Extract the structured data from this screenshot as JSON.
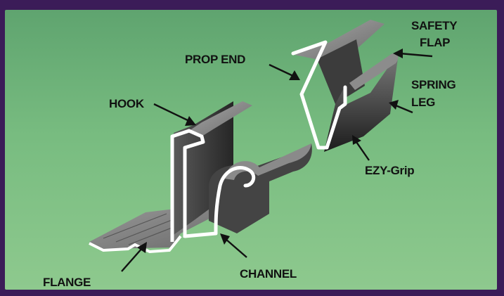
{
  "labels": {
    "safety_flap_line1": "SAFETY",
    "safety_flap_line2": "FLAP",
    "prop_end": "PROP END",
    "spring_leg_line1": "SPRING",
    "spring_leg_line2": "LEG",
    "hook": "HOOK",
    "ezy_grip": "EZY-Grip",
    "flange": "FLANGE",
    "channel": "CHANNEL"
  },
  "colors": {
    "frame": "#3b1c58",
    "background_top": "#5fa46f",
    "background_bottom": "#8ec98e",
    "metal_dark": "#2a2a2a",
    "metal_mid": "#6e6e6e",
    "metal_light": "#9c9c9c",
    "edge_highlight": "#ffffff",
    "label_text": "#111111"
  }
}
